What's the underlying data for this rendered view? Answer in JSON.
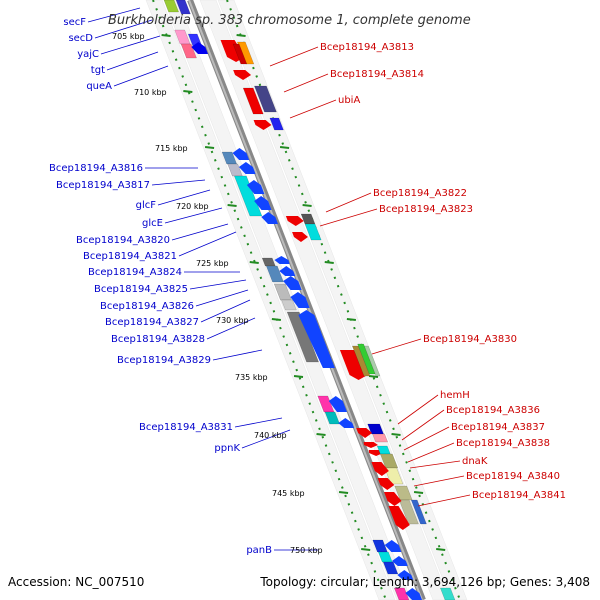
{
  "title": "Burkholderia sp. 383 chromosome 1, complete genome",
  "footer": {
    "accession": "Accession: NC_007510",
    "topology": "Topology: circular; Length: 3,694,126 bp; Genes: 3,408"
  },
  "colors": {
    "left_label": "#0000cc",
    "right_label": "#cc0000",
    "backbone": "#999999",
    "tick": "#228b22"
  },
  "ticks": [
    "705 kbp",
    "710 kbp",
    "715 kbp",
    "720 kbp",
    "725 kbp",
    "730 kbp",
    "735 kbp",
    "740 kbp",
    "745 kbp",
    "750 kbp"
  ],
  "left_labels": [
    "secF",
    "secD",
    "yajC",
    "tgt",
    "queA",
    "Bcep18194_A3816",
    "Bcep18194_A3817",
    "glcF",
    "glcE",
    "Bcep18194_A3820",
    "Bcep18194_A3821",
    "Bcep18194_A3824",
    "Bcep18194_A3825",
    "Bcep18194_A3826",
    "Bcep18194_A3827",
    "Bcep18194_A3828",
    "Bcep18194_A3829",
    "Bcep18194_A3831",
    "ppnK",
    "panB"
  ],
  "right_labels": [
    "Bcep18194_A3813",
    "Bcep18194_A3814",
    "ubiA",
    "Bcep18194_A3822",
    "Bcep18194_A3823",
    "Bcep18194_A3830",
    "hemH",
    "Bcep18194_A3836",
    "Bcep18194_A3837",
    "Bcep18194_A3838",
    "dnaK",
    "Bcep18194_A3840",
    "Bcep18194_A3841"
  ]
}
